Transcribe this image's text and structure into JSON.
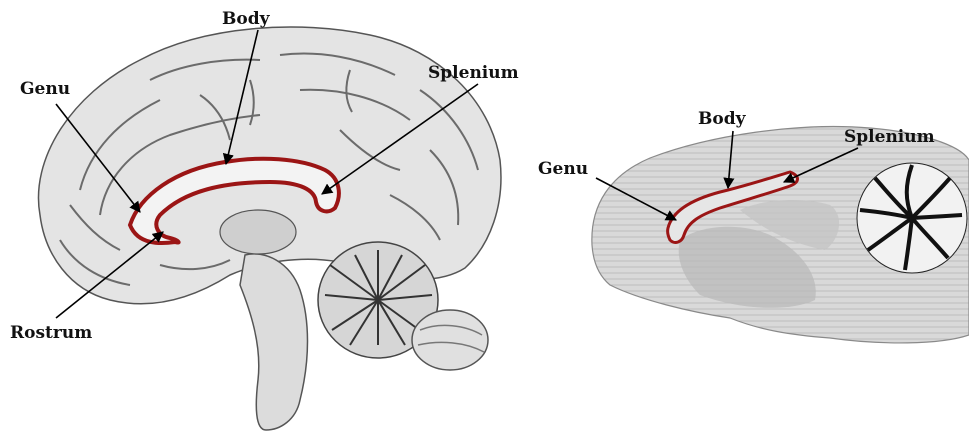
{
  "left_panel": {
    "labels": {
      "body": "Body",
      "genu": "Genu",
      "splenium": "Splenium",
      "rostrum": "Rostrum"
    }
  },
  "right_panel": {
    "labels": {
      "body": "Body",
      "genu": "Genu",
      "splenium": "Splenium"
    }
  },
  "colors": {
    "outline": "#9b1515",
    "arrow": "#000000",
    "tissue": "#cfcfcf",
    "sulcus": "#5a5a5a"
  }
}
